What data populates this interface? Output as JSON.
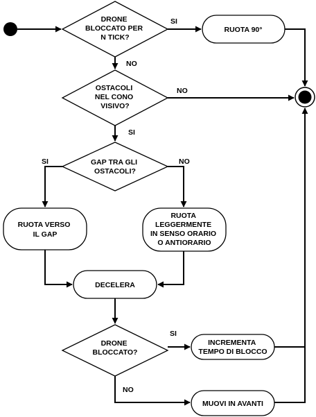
{
  "nodes": {
    "d1": [
      "DRONE",
      "BLOCCATO PER",
      "N TICK?"
    ],
    "d2": [
      "OSTACOLI",
      "NEL CONO",
      "VISIVO?"
    ],
    "d3": [
      "GAP TRA GLI",
      "OSTACOLI?"
    ],
    "d4": [
      "DRONE",
      "BLOCCATO?"
    ],
    "ruota90": [
      "RUOTA 90°"
    ],
    "ruotaGap": [
      "RUOTA VERSO",
      "IL GAP"
    ],
    "ruotaLegg": [
      "RUOTA",
      "LEGGERMENTE",
      "IN SENSO ORARIO",
      "O ANTIORARIO"
    ],
    "decelera": [
      "DECELERA"
    ],
    "incrementa": [
      "INCREMENTA",
      "TEMPO DI BLOCCO"
    ],
    "muovi": [
      "MUOVI IN AVANTI"
    ]
  },
  "edge_labels": {
    "d1_si": "SI",
    "d1_no": "NO",
    "d2_no": "NO",
    "d2_si": "SI",
    "d3_si": "SI",
    "d3_no": "NO",
    "d4_si": "SI",
    "d4_no": "NO"
  }
}
